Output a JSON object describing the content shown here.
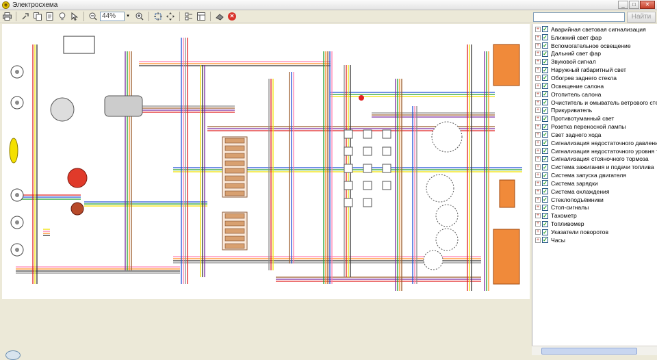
{
  "window": {
    "title": "Электросхема",
    "min_glyph": "_",
    "max_glyph": "□",
    "close_glyph": "✕"
  },
  "toolbar": {
    "zoom_value": "44%",
    "zoom_drop_glyph": "▾",
    "icons": [
      "print-icon",
      "tool-icon",
      "copy-icon",
      "zoom-page-icon",
      "bulb-icon",
      "cursor-icon",
      "zoom-out-icon",
      "zoom-in-icon",
      "fit-icon",
      "move-icon",
      "layers-icon",
      "layout-icon",
      "eraser-icon",
      "stop-icon"
    ]
  },
  "search": {
    "value": "",
    "button_label": "Найти"
  },
  "layers": {
    "expand_glyph": "+",
    "check_glyph": "✓",
    "items": [
      {
        "label": "Аварийная световая сигнализация",
        "checked": true
      },
      {
        "label": "Ближний свет фар",
        "checked": true
      },
      {
        "label": "Вспомогательное освещение",
        "checked": true
      },
      {
        "label": "Дальний свет фар",
        "checked": true
      },
      {
        "label": "Звуковой сигнал",
        "checked": true
      },
      {
        "label": "Наружный габаритный свет",
        "checked": true
      },
      {
        "label": "Обогрев заднего стекла",
        "checked": true
      },
      {
        "label": "Освещение салона",
        "checked": true
      },
      {
        "label": "Отопитель салона",
        "checked": true
      },
      {
        "label": "Очиститель и омыватель ветрового стекла",
        "checked": true
      },
      {
        "label": "Прикуриватель",
        "checked": true
      },
      {
        "label": "Противотуманный свет",
        "checked": true
      },
      {
        "label": "Розетка переносной лампы",
        "checked": true
      },
      {
        "label": "Свет заднего хода",
        "checked": true
      },
      {
        "label": "Сигнализация недостаточного давления м",
        "checked": true
      },
      {
        "label": "Сигнализация недостаточного уровня торм",
        "checked": true
      },
      {
        "label": "Сигнализация стояночного тормоза",
        "checked": true
      },
      {
        "label": "Система зажигания и подачи топлива",
        "checked": true
      },
      {
        "label": "Система запуска двигателя",
        "checked": true
      },
      {
        "label": "Система зарядки",
        "checked": true
      },
      {
        "label": "Система охлаждения",
        "checked": true
      },
      {
        "label": "Стеклоподъёмники",
        "checked": true
      },
      {
        "label": "Стоп-сигналы",
        "checked": true
      },
      {
        "label": "Тахометр",
        "checked": true
      },
      {
        "label": "Топливомер",
        "checked": true
      },
      {
        "label": "Указатели поворотов",
        "checked": true
      },
      {
        "label": "Часы",
        "checked": true
      }
    ]
  },
  "diagram": {
    "wire_colors": [
      "#e02020",
      "#1f4fd6",
      "#1f9e2a",
      "#f2e200",
      "#ff7fb0",
      "#ff8a1e",
      "#333333",
      "#8a8a8a",
      "#9a5a2a",
      "#7a2aa0"
    ],
    "fuse_color": "#d8a070",
    "lamp_color": "#f08a3a"
  }
}
